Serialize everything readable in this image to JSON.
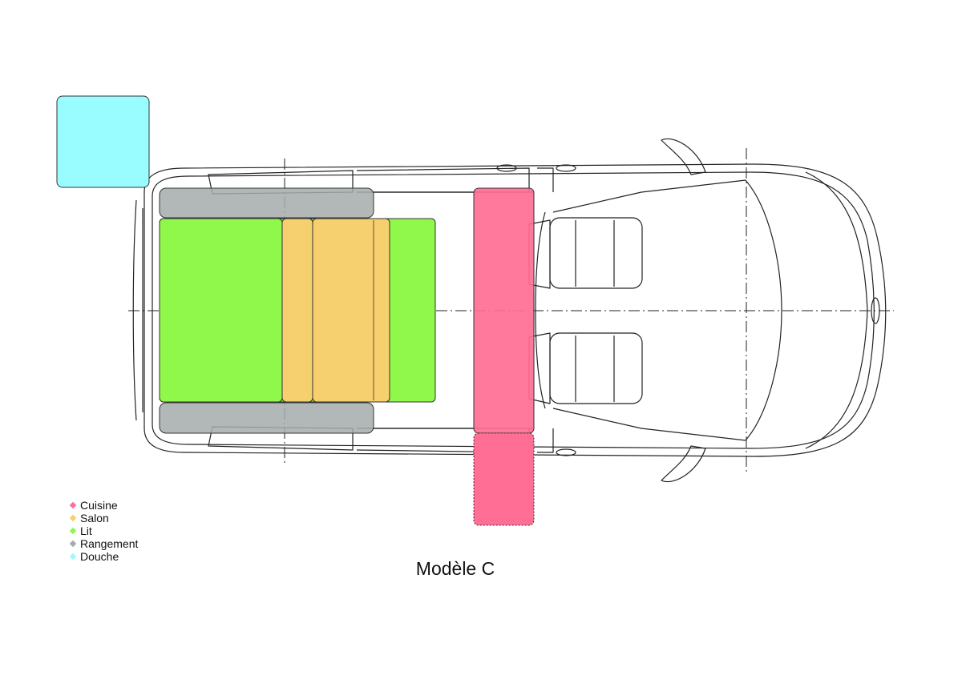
{
  "title": "Modèle C",
  "legend": [
    {
      "label": "Cuisine",
      "color": "#ff6e94"
    },
    {
      "label": "Salon",
      "color": "#f6cf6e"
    },
    {
      "label": "Lit",
      "color": "#8ff84a"
    },
    {
      "label": "Rangement",
      "color": "#a5abaa"
    },
    {
      "label": "Douche",
      "color": "#99fcff"
    }
  ]
}
